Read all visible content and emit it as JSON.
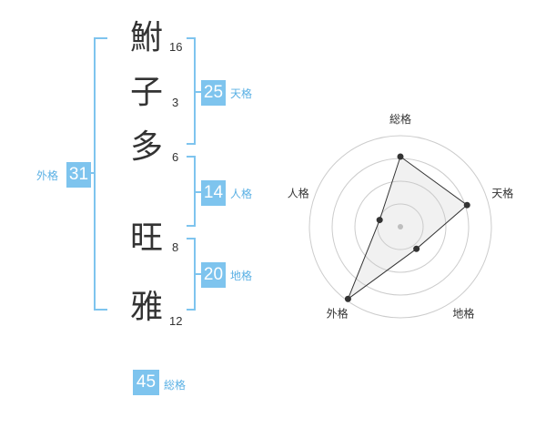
{
  "name_characters": [
    {
      "char": "鮒",
      "strokes": "16"
    },
    {
      "char": "子",
      "strokes": "3"
    },
    {
      "char": "多",
      "strokes": "6"
    },
    {
      "char": "旺",
      "strokes": "8"
    },
    {
      "char": "雅",
      "strokes": "12"
    }
  ],
  "fortunes": {
    "tenkaku": {
      "value": "25",
      "label": "天格"
    },
    "jinkaku": {
      "value": "14",
      "label": "人格"
    },
    "chikaku": {
      "value": "20",
      "label": "地格"
    },
    "gaikaku": {
      "value": "31",
      "label": "外格"
    },
    "soukaku": {
      "value": "45",
      "label": "総格"
    }
  },
  "colors": {
    "accent": "#7ec4ee",
    "label": "#5ab0e4",
    "bracket": "#7ec4ee",
    "text": "#333333"
  },
  "chart_data": {
    "type": "radar",
    "axes": [
      "総格",
      "天格",
      "地格",
      "外格",
      "人格"
    ],
    "values": [
      0.77,
      0.77,
      0.3,
      0.98,
      0.24
    ],
    "rings": 4,
    "range": [
      0,
      1
    ]
  }
}
